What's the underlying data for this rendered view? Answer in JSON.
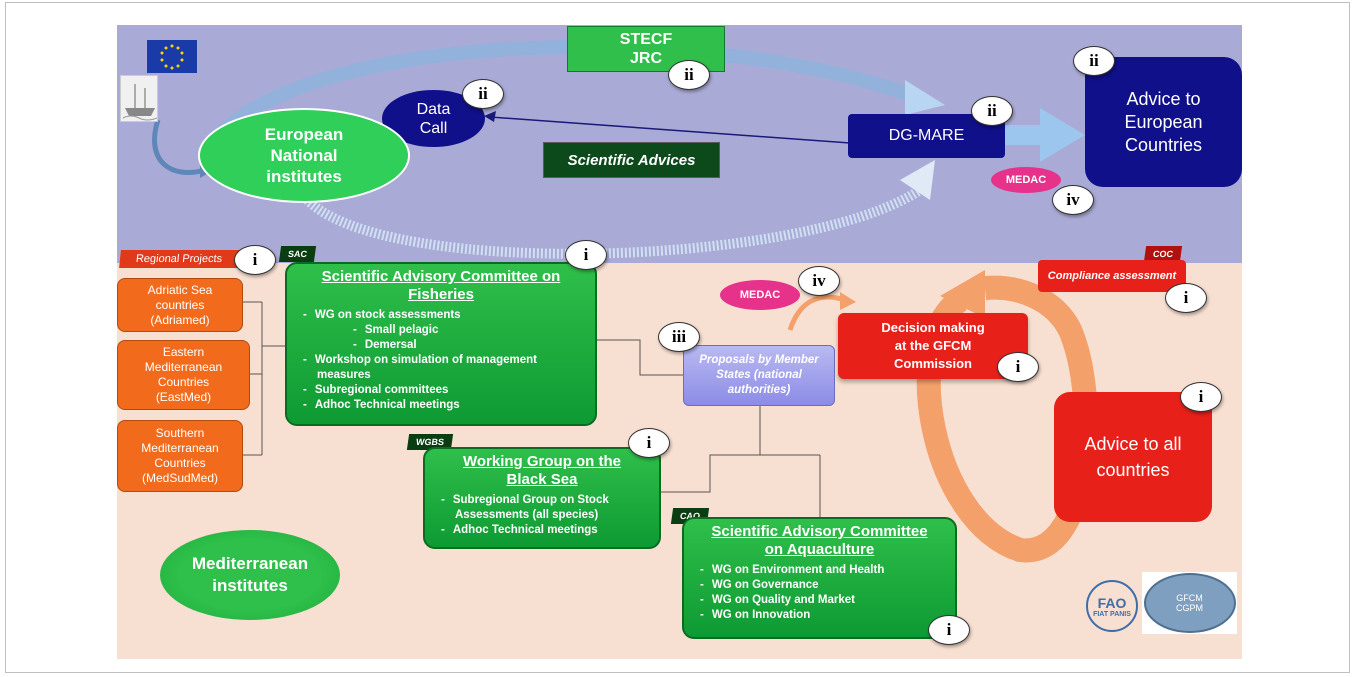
{
  "top": {
    "stecf": [
      "STECF",
      "JRC"
    ],
    "data_call": [
      "Data",
      "Call"
    ],
    "european_institutes": [
      "European",
      "National",
      "institutes"
    ],
    "scientific_advices": "Scientific Advices",
    "dg_mare": "DG-MARE",
    "advice_european": [
      "Advice to",
      "European",
      "Countries"
    ],
    "medac": "MEDAC"
  },
  "bottom": {
    "regional_projects": "Regional Projects",
    "regions": [
      [
        "Adriatic Sea",
        "countries",
        "(Adriamed)"
      ],
      [
        "Eastern",
        "Mediterranean",
        "Countries",
        "(EastMed)"
      ],
      [
        "Southern",
        "Mediterranean",
        "Countries",
        "(MedSudMed)"
      ]
    ],
    "sac": {
      "tag": "SAC",
      "title": [
        "Scientific Advisory Committee on",
        "Fisheries"
      ],
      "items": [
        "WG on stock assessments",
        "Small pelagic",
        "Demersal",
        "Workshop on simulation of management measures",
        "Subregional committees",
        "Adhoc Technical meetings"
      ]
    },
    "wgbs": {
      "tag": "WGBS",
      "title": [
        "Working Group on the",
        "Black Sea"
      ],
      "items": [
        "Subregional Group on Stock Assessments (all species)",
        "Adhoc Technical meetings"
      ]
    },
    "caq": {
      "tag": "CAQ",
      "title": [
        "Scientific Advisory Committee",
        "on Aquaculture"
      ],
      "items": [
        "WG on Environment and Health",
        "WG on Governance",
        "WG on Quality and Market",
        "WG on Innovation"
      ]
    },
    "medac": "MEDAC",
    "proposals": [
      "Proposals by Member",
      "States (national",
      "authorities)"
    ],
    "decision": [
      "Decision making",
      "at the GFCM",
      "Commission"
    ],
    "coc_tag": "COC",
    "compliance": "Compliance assessment",
    "advice_all": [
      "Advice to all",
      "countries"
    ],
    "med_institutes": [
      "Mediterranean",
      "institutes"
    ],
    "fao_text": "FIAT PANIS",
    "gfcm_text": [
      "GFCM",
      "CGPM"
    ]
  },
  "badges": {
    "i": "i",
    "ii": "ii",
    "iii": "iii",
    "iv": "iv"
  }
}
